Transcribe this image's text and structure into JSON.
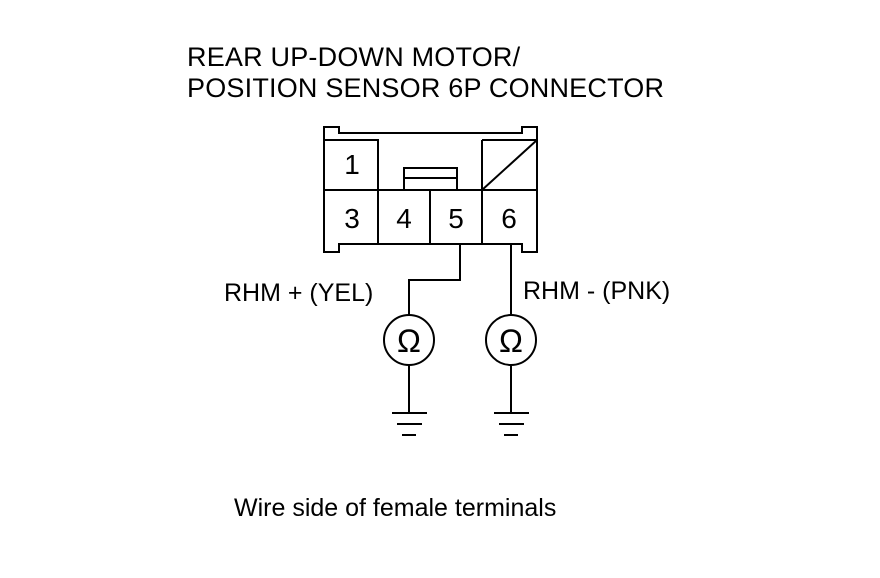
{
  "title": {
    "line1": "REAR UP-DOWN MOTOR/",
    "line2": "POSITION SENSOR 6P CONNECTOR"
  },
  "connector": {
    "terminals": [
      "1",
      "3",
      "4",
      "5",
      "6"
    ]
  },
  "wires": {
    "left_label": "RHM +  (YEL)",
    "right_label": "RHM -  (PNK)"
  },
  "meter_symbol": "Ω",
  "caption": "Wire side of female terminals"
}
